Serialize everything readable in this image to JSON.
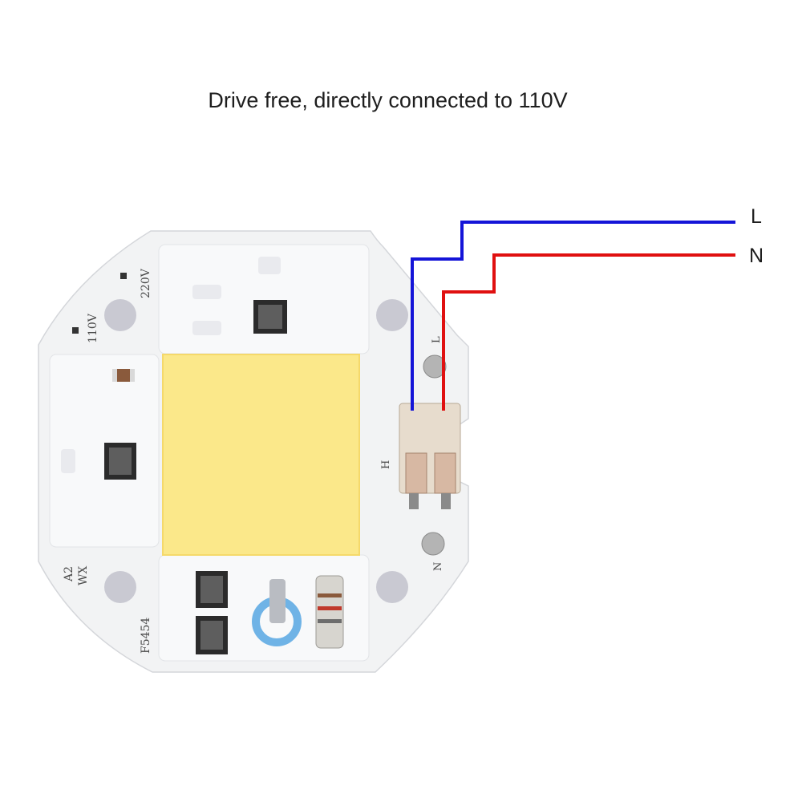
{
  "caption": "Drive free, directly connected to 110V",
  "wires": {
    "live_label": "L",
    "neutral_label": "N",
    "live_color": "#1414d8",
    "neutral_color": "#e01010"
  },
  "silkscreen": {
    "voltage_220": "220V",
    "voltage_110": "110V",
    "board_code": "A2\nWX",
    "board_code_1": "A2",
    "board_code_2": "WX",
    "part_number": "F5454",
    "terminal_l": "L",
    "terminal_n": "N",
    "terminal_h": "H"
  },
  "colors": {
    "board": "#f2f3f4",
    "led": "#fbe88a",
    "mount_hole": "#c9c9d2",
    "connector": "#e7dccd"
  }
}
